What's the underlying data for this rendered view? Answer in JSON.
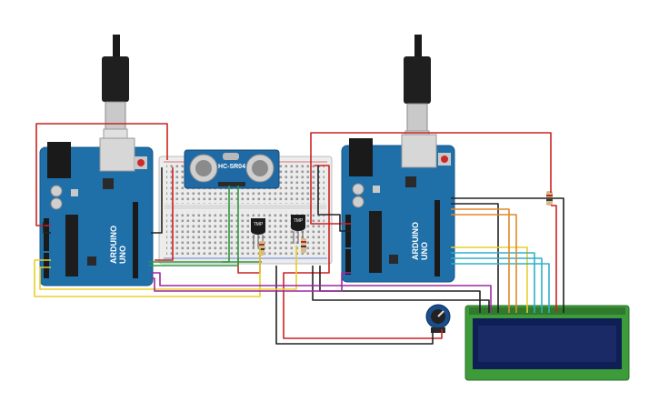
{
  "colors": {
    "arduino_board": "#1f6fa8",
    "arduino_edge": "#165a8c",
    "breadboard": "#ececec",
    "sensor_board": "#1f6aa5",
    "lcd_pcb": "#3e9b3a",
    "lcd_screen": "#1a2a66",
    "potentiometer": "#1a4d8c",
    "wire_red": "#cc2222",
    "wire_black": "#222222",
    "wire_yellow": "#e8cf2a",
    "wire_green": "#2e9a3b",
    "wire_magenta": "#9c2a9c",
    "wire_cyan": "#2fb0c9",
    "wire_orange": "#e0892a"
  },
  "arduino_left": {
    "brand": "ARDUINO",
    "model": "UNO",
    "icon": "arduino-logo-icon"
  },
  "arduino_right": {
    "brand": "ARDUINO",
    "model": "UNO",
    "icon": "arduino-logo-icon"
  },
  "ultrasonic": {
    "label": "HC-SR04"
  },
  "temp_sensor_1": {
    "label": "TMP"
  },
  "temp_sensor_2": {
    "label": "TMP"
  },
  "lcd": {
    "icon": "lcd-display-icon"
  },
  "potentiometer": {
    "icon": "potentiometer-icon"
  },
  "usb_cable": {
    "icon": "usb-cable-icon"
  }
}
